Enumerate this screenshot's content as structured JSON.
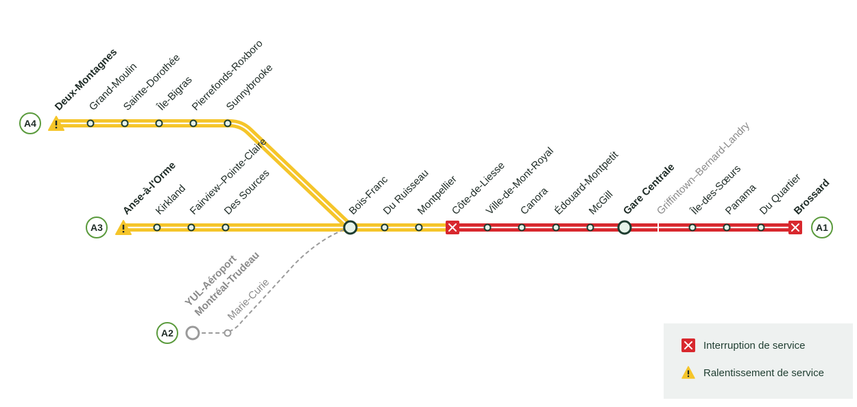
{
  "colors": {
    "normal_line": "#f5c52a",
    "interrupted_line": "#d8282e",
    "inactive_line": "#9a9a9a",
    "terminal_ring": "#5a9a3c",
    "station_fill": "#e6f3e9",
    "station_stroke": "#1e3d30",
    "interruption": "#d8282e",
    "slowdown": "#f5c52a"
  },
  "branches": {
    "a4": {
      "code": "A4",
      "status": "slowdown",
      "terminus": "Deux-Montagnes",
      "stations": [
        "Grand-Moulin",
        "Sainte-Dorothée",
        "Île-Bigras",
        "Pierrefonds-Roxboro",
        "Sunnybrooke"
      ]
    },
    "a3": {
      "code": "A3",
      "status": "slowdown",
      "terminus": "Anse-à-l'Orme",
      "stations": [
        "Kirkland",
        "Fairview–Pointe-Claire",
        "Des Sources"
      ]
    },
    "a2": {
      "code": "A2",
      "status": "not-in-service",
      "terminus_line1": "YUL-Aéroport",
      "terminus_line2": "Montréal-Trudeau",
      "stations": [
        "Marie-Curie"
      ]
    },
    "trunk": {
      "junction": "Bois-Franc",
      "stations": [
        "Du Ruisseau",
        "Montpellier"
      ]
    },
    "a1": {
      "code": "A1",
      "status": "interruption",
      "interruption_start": "Côte-de-Liesse",
      "stations": [
        "Ville-de-Mont-Royal",
        "Canora",
        "Édouard-Montpetit",
        "McGill"
      ],
      "hub": "Gare Centrale",
      "not_in_service_station": "Griffintown–Bernard-Landry",
      "stations_after_hub": [
        "Île-des-Sœurs",
        "Panama",
        "Du Quartier"
      ],
      "terminus": "Brossard"
    }
  },
  "legend": {
    "interruption_label": "Interruption de service",
    "slowdown_label": "Ralentissement de service",
    "interruption_icon": "x-square-icon",
    "slowdown_icon": "warning-triangle-icon"
  }
}
